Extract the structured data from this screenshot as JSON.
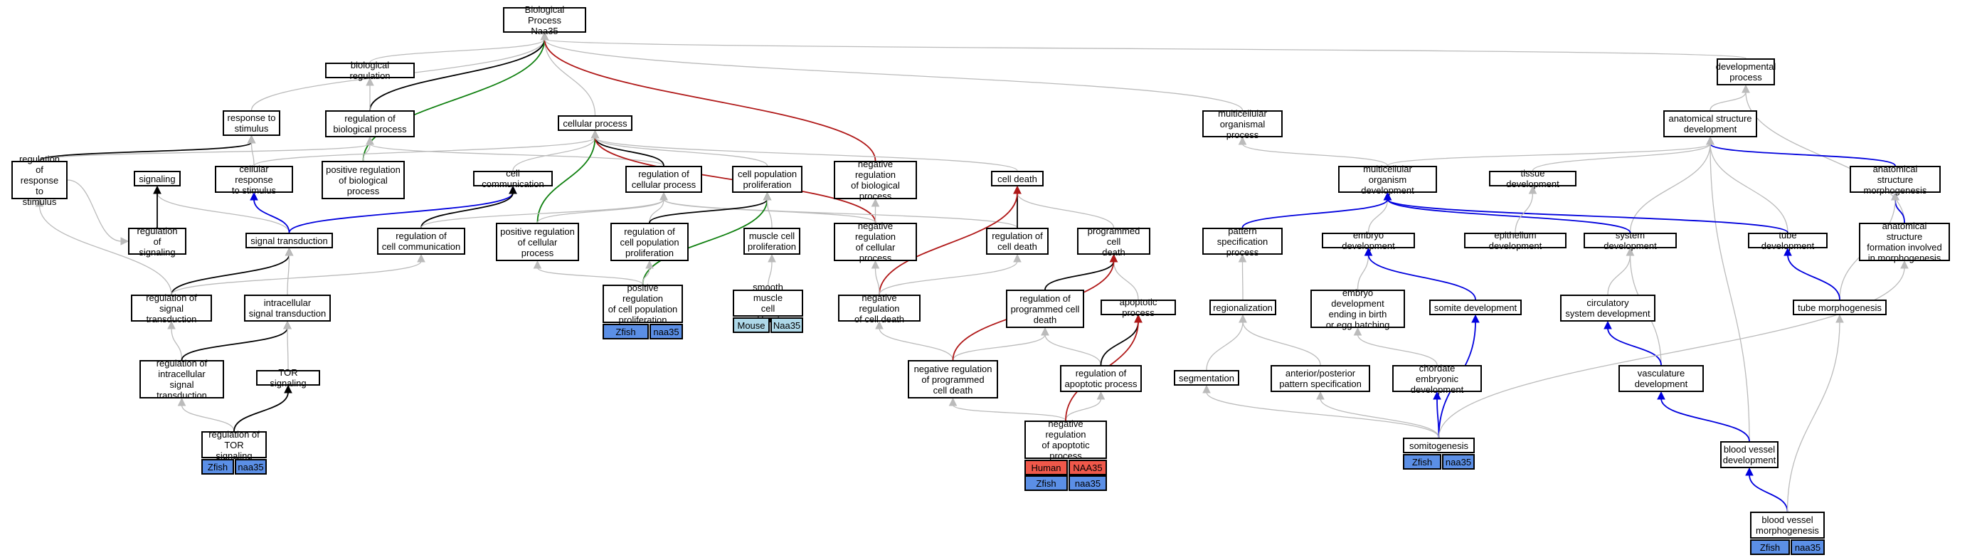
{
  "colors": {
    "edge_default": "#bbbbbb",
    "edge_black": "#000000",
    "edge_blue": "#0000dd",
    "edge_green": "#108010",
    "edge_red": "#b01818",
    "tag_zfish": "#5b8fe6",
    "tag_human": "#f0584a",
    "tag_mouse": "#aed8e8"
  },
  "nodes": {
    "bp": {
      "label": "Biological Process\nNaa35"
    },
    "breg": {
      "label": "biological regulation"
    },
    "rts": {
      "label": "response to\nstimulus"
    },
    "rbp": {
      "label": "regulation of\nbiological process"
    },
    "cp": {
      "label": "cellular process"
    },
    "mop": {
      "label": "multicellular\norganismal process"
    },
    "dp": {
      "label": "developmental\nprocess"
    },
    "asd": {
      "label": "anatomical structure\ndevelopment"
    },
    "rrts": {
      "label": "regulation of\nresponse to\nstimulus"
    },
    "sig": {
      "label": "signaling"
    },
    "crs": {
      "label": "cellular response\nto stimulus"
    },
    "prbp": {
      "label": "positive regulation\nof biological\nprocess"
    },
    "cc": {
      "label": "cell communication"
    },
    "rcp": {
      "label": "regulation of\ncellular process"
    },
    "cpp": {
      "label": "cell population\nproliferation"
    },
    "nrbp": {
      "label": "negative regulation\nof biological\nprocess"
    },
    "cd": {
      "label": "cell death"
    },
    "mod": {
      "label": "multicellular\norganism development"
    },
    "td": {
      "label": "tissue development"
    },
    "asm": {
      "label": "anatomical structure\nmorphogenesis"
    },
    "rsig": {
      "label": "regulation of\nsignaling"
    },
    "st": {
      "label": "signal transduction"
    },
    "rcc": {
      "label": "regulation of\ncell communication"
    },
    "prcp": {
      "label": "positive regulation\nof cellular\nprocess"
    },
    "rcpp": {
      "label": "regulation of\ncell population\nproliferation"
    },
    "mcp": {
      "label": "muscle cell\nproliferation"
    },
    "nrcp": {
      "label": "negative regulation\nof cellular\nprocess"
    },
    "rcd": {
      "label": "regulation of\ncell death"
    },
    "pcd": {
      "label": "programmed cell\ndeath"
    },
    "psp": {
      "label": "pattern specification\nprocess"
    },
    "ed": {
      "label": "embryo development"
    },
    "epd": {
      "label": "epithelium development"
    },
    "sd": {
      "label": "system development"
    },
    "tubd": {
      "label": "tube development"
    },
    "asfm": {
      "label": "anatomical structure\nformation involved\nin morphogenesis"
    },
    "rst": {
      "label": "regulation of\nsignal transduction"
    },
    "ist": {
      "label": "intracellular\nsignal transduction"
    },
    "prcpp": {
      "label": "positive regulation\nof cell population\nproliferation"
    },
    "smcp": {
      "label": "smooth muscle\ncell proliferation"
    },
    "nrcd": {
      "label": "negative regulation\nof cell death"
    },
    "rpcd": {
      "label": "regulation of\nprogrammed cell\ndeath"
    },
    "ap": {
      "label": "apoptotic process"
    },
    "reg": {
      "label": "regionalization"
    },
    "edeb": {
      "label": "embryo development\nending in birth\nor egg hatching"
    },
    "somd": {
      "label": "somite development"
    },
    "csd": {
      "label": "circulatory\nsystem development"
    },
    "tm": {
      "label": "tube morphogenesis"
    },
    "rist": {
      "label": "regulation of\nintracellular\nsignal transduction"
    },
    "tor": {
      "label": "TOR signaling"
    },
    "nrpcd": {
      "label": "negative regulation\nof programmed\ncell death"
    },
    "rap": {
      "label": "regulation of\napoptotic process"
    },
    "seg": {
      "label": "segmentation"
    },
    "aps": {
      "label": "anterior/posterior\npattern specification"
    },
    "ced": {
      "label": "chordate embryonic\ndevelopment"
    },
    "vd": {
      "label": "vasculature\ndevelopment"
    },
    "rtor": {
      "label": "regulation of\nTOR signaling"
    },
    "nrap": {
      "label": "negative regulation\nof apoptotic\nprocess"
    },
    "somg": {
      "label": "somitogenesis"
    },
    "bvd": {
      "label": "blood vessel\ndevelopment"
    },
    "bvm": {
      "label": "blood vessel\nmorphogenesis"
    }
  },
  "annotations": {
    "prcpp": [
      {
        "species": "Zfish",
        "gene": "naa35"
      }
    ],
    "smcp": [
      {
        "species": "Mouse",
        "gene": "Naa35"
      }
    ],
    "rtor": [
      {
        "species": "Zfish",
        "gene": "naa35"
      }
    ],
    "nrap": [
      {
        "species": "Human",
        "gene": "NAA35"
      },
      {
        "species": "Zfish",
        "gene": "naa35"
      }
    ],
    "somg": [
      {
        "species": "Zfish",
        "gene": "naa35"
      }
    ],
    "bvm": [
      {
        "species": "Zfish",
        "gene": "naa35"
      }
    ]
  },
  "edges": [
    {
      "from": "breg",
      "to": "bp",
      "color": "default"
    },
    {
      "from": "rts",
      "to": "bp",
      "color": "default"
    },
    {
      "from": "rbp",
      "to": "bp",
      "color": "black"
    },
    {
      "from": "prbp",
      "to": "bp",
      "color": "green"
    },
    {
      "from": "cp",
      "to": "bp",
      "color": "default"
    },
    {
      "from": "nrbp",
      "to": "bp",
      "color": "red"
    },
    {
      "from": "mop",
      "to": "bp",
      "color": "default"
    },
    {
      "from": "dp",
      "to": "bp",
      "color": "default"
    },
    {
      "from": "rbp",
      "to": "breg",
      "color": "default"
    },
    {
      "from": "rrts",
      "to": "rts",
      "color": "black"
    },
    {
      "from": "crs",
      "to": "rts",
      "color": "default"
    },
    {
      "from": "rrts",
      "to": "rbp",
      "color": "default"
    },
    {
      "from": "prbp",
      "to": "rbp",
      "color": "default"
    },
    {
      "from": "rcp",
      "to": "rbp",
      "color": "default"
    },
    {
      "from": "crs",
      "to": "cp",
      "color": "default"
    },
    {
      "from": "cc",
      "to": "cp",
      "color": "default"
    },
    {
      "from": "rcp",
      "to": "cp",
      "color": "black"
    },
    {
      "from": "prcp",
      "to": "cp",
      "color": "green"
    },
    {
      "from": "nrcp",
      "to": "cp",
      "color": "red"
    },
    {
      "from": "cpp",
      "to": "cp",
      "color": "default"
    },
    {
      "from": "cd",
      "to": "cp",
      "color": "default"
    },
    {
      "from": "mod",
      "to": "mop",
      "color": "default"
    },
    {
      "from": "asd",
      "to": "dp",
      "color": "default"
    },
    {
      "from": "asfm",
      "to": "dp",
      "color": "default"
    },
    {
      "from": "mod",
      "to": "asd",
      "color": "default"
    },
    {
      "from": "td",
      "to": "asd",
      "color": "default"
    },
    {
      "from": "asm",
      "to": "asd",
      "color": "blue"
    },
    {
      "from": "sd",
      "to": "asd",
      "color": "default"
    },
    {
      "from": "tubd",
      "to": "asd",
      "color": "default"
    },
    {
      "from": "bvd",
      "to": "asd",
      "color": "default"
    },
    {
      "from": "st",
      "to": "sig",
      "color": "default"
    },
    {
      "from": "st",
      "to": "crs",
      "color": "blue"
    },
    {
      "from": "st",
      "to": "cc",
      "color": "blue"
    },
    {
      "from": "rcc",
      "to": "cc",
      "color": "black"
    },
    {
      "from": "rcc",
      "to": "rcp",
      "color": "default"
    },
    {
      "from": "prcp",
      "to": "rcp",
      "color": "default"
    },
    {
      "from": "rcpp",
      "to": "rcp",
      "color": "default"
    },
    {
      "from": "nrcp",
      "to": "rcp",
      "color": "default"
    },
    {
      "from": "rcd",
      "to": "rcp",
      "color": "default"
    },
    {
      "from": "rcpp",
      "to": "cpp",
      "color": "black"
    },
    {
      "from": "prcpp",
      "to": "cpp",
      "color": "green"
    },
    {
      "from": "mcp",
      "to": "cpp",
      "color": "default"
    },
    {
      "from": "nrcp",
      "to": "nrbp",
      "color": "default"
    },
    {
      "from": "rcd",
      "to": "cd",
      "color": "black"
    },
    {
      "from": "pcd",
      "to": "cd",
      "color": "default"
    },
    {
      "from": "nrcd",
      "to": "cd",
      "color": "red"
    },
    {
      "from": "ed",
      "to": "mod",
      "color": "default"
    },
    {
      "from": "psp",
      "to": "mod",
      "color": "blue"
    },
    {
      "from": "sd",
      "to": "mod",
      "color": "blue"
    },
    {
      "from": "tubd",
      "to": "mod",
      "color": "blue"
    },
    {
      "from": "epd",
      "to": "td",
      "color": "default"
    },
    {
      "from": "asfm",
      "to": "asm",
      "color": "blue"
    },
    {
      "from": "tm",
      "to": "asm",
      "color": "default"
    },
    {
      "from": "rsig",
      "to": "sig",
      "color": "black"
    },
    {
      "from": "rrts",
      "to": "rsig",
      "color": "default"
    },
    {
      "from": "rst",
      "to": "st",
      "color": "black"
    },
    {
      "from": "ist",
      "to": "st",
      "color": "default"
    },
    {
      "from": "rst",
      "to": "rrts",
      "color": "default"
    },
    {
      "from": "rst",
      "to": "rcc",
      "color": "default"
    },
    {
      "from": "prcpp",
      "to": "prcp",
      "color": "default"
    },
    {
      "from": "prcpp",
      "to": "rcpp",
      "color": "default"
    },
    {
      "from": "smcp",
      "to": "mcp",
      "color": "default"
    },
    {
      "from": "nrcd",
      "to": "nrcp",
      "color": "default"
    },
    {
      "from": "nrcd",
      "to": "rcd",
      "color": "default"
    },
    {
      "from": "rpcd",
      "to": "pcd",
      "color": "black"
    },
    {
      "from": "ap",
      "to": "pcd",
      "color": "default"
    },
    {
      "from": "reg",
      "to": "psp",
      "color": "default"
    },
    {
      "from": "edeb",
      "to": "ed",
      "color": "default"
    },
    {
      "from": "somd",
      "to": "ed",
      "color": "blue"
    },
    {
      "from": "csd",
      "to": "sd",
      "color": "default"
    },
    {
      "from": "vd",
      "to": "sd",
      "color": "default"
    },
    {
      "from": "tm",
      "to": "tubd",
      "color": "blue"
    },
    {
      "from": "rist",
      "to": "rst",
      "color": "default"
    },
    {
      "from": "rist",
      "to": "ist",
      "color": "black"
    },
    {
      "from": "tor",
      "to": "ist",
      "color": "default"
    },
    {
      "from": "nrpcd",
      "to": "nrcd",
      "color": "default"
    },
    {
      "from": "nrpcd",
      "to": "rpcd",
      "color": "default"
    },
    {
      "from": "rap",
      "to": "rpcd",
      "color": "default"
    },
    {
      "from": "rap",
      "to": "ap",
      "color": "black"
    },
    {
      "from": "nrpcd",
      "to": "pcd",
      "color": "red"
    },
    {
      "from": "seg",
      "to": "reg",
      "color": "default"
    },
    {
      "from": "aps",
      "to": "reg",
      "color": "default"
    },
    {
      "from": "ced",
      "to": "edeb",
      "color": "default"
    },
    {
      "from": "vd",
      "to": "csd",
      "color": "blue"
    },
    {
      "from": "rtor",
      "to": "rist",
      "color": "default"
    },
    {
      "from": "rtor",
      "to": "tor",
      "color": "black"
    },
    {
      "from": "nrap",
      "to": "nrpcd",
      "color": "default"
    },
    {
      "from": "nrap",
      "to": "rap",
      "color": "default"
    },
    {
      "from": "nrap",
      "to": "ap",
      "color": "red"
    },
    {
      "from": "somg",
      "to": "seg",
      "color": "default"
    },
    {
      "from": "somg",
      "to": "aps",
      "color": "default"
    },
    {
      "from": "somg",
      "to": "ced",
      "color": "blue"
    },
    {
      "from": "somg",
      "to": "somd",
      "color": "blue"
    },
    {
      "from": "somg",
      "to": "asfm",
      "color": "default"
    },
    {
      "from": "bvd",
      "to": "vd",
      "color": "blue"
    },
    {
      "from": "bvm",
      "to": "bvd",
      "color": "blue"
    },
    {
      "from": "bvm",
      "to": "tm",
      "color": "default"
    }
  ]
}
